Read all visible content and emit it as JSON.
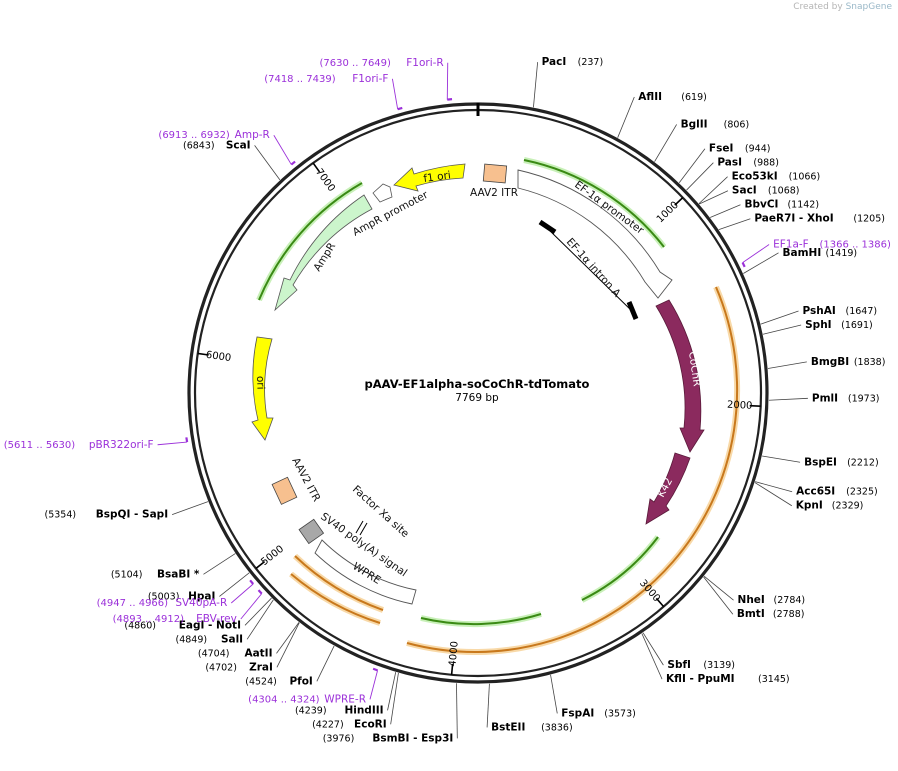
{
  "brand": {
    "prefix": "Created by",
    "name": "SnapGene"
  },
  "plasmid": {
    "name": "pAAV-EF1alpha-soCoChR-tdTomato",
    "length_label": "7769 bp",
    "length": 7769
  },
  "ticks": [
    {
      "pos": 1000,
      "label": "1000"
    },
    {
      "pos": 2000,
      "label": "2000"
    },
    {
      "pos": 3000,
      "label": "3000"
    },
    {
      "pos": 4000,
      "label": "4000"
    },
    {
      "pos": 5000,
      "label": "5000"
    },
    {
      "pos": 6000,
      "label": "6000"
    },
    {
      "pos": 7000,
      "label": "7000"
    }
  ],
  "enzymes": [
    {
      "name": "PacI",
      "pos": "(237)",
      "site": 237
    },
    {
      "name": "AflII",
      "pos": "(619)",
      "site": 619
    },
    {
      "name": "BglII",
      "pos": "(806)",
      "site": 806
    },
    {
      "name": "FseI",
      "pos": "(944)",
      "site": 944
    },
    {
      "name": "PasI",
      "pos": "(988)",
      "site": 988
    },
    {
      "name": "Eco53kI",
      "pos": "(1066)",
      "site": 1066
    },
    {
      "name": "SacI",
      "pos": "(1068)",
      "site": 1068
    },
    {
      "name": "BbvCI",
      "pos": "(1142)",
      "site": 1142
    },
    {
      "name": "PaeR7I - XhoI",
      "pos": "(1205)",
      "site": 1205
    },
    {
      "name": "BamHI",
      "pos": "(1419)",
      "site": 1419
    },
    {
      "name": "PshAI",
      "pos": "(1647)",
      "site": 1647
    },
    {
      "name": "SphI",
      "pos": "(1691)",
      "site": 1691
    },
    {
      "name": "BmgBI",
      "pos": "(1838)",
      "site": 1838
    },
    {
      "name": "PmlI",
      "pos": "(1973)",
      "site": 1973
    },
    {
      "name": "BspEI",
      "pos": "(2212)",
      "site": 2212
    },
    {
      "name": "Acc65I",
      "pos": "(2325)",
      "site": 2325
    },
    {
      "name": "KpnI",
      "pos": "(2329)",
      "site": 2329
    },
    {
      "name": "NheI",
      "pos": "(2784)",
      "site": 2784
    },
    {
      "name": "BmtI",
      "pos": "(2788)",
      "site": 2788
    },
    {
      "name": "SbfI",
      "pos": "(3139)",
      "site": 3139
    },
    {
      "name": "KflI - PpuMI",
      "pos": "(3145)",
      "site": 3145
    },
    {
      "name": "FspAI",
      "pos": "(3573)",
      "site": 3573
    },
    {
      "name": "BstEII",
      "pos": "(3836)",
      "site": 3836
    },
    {
      "name": "BsmBI - Esp3I",
      "pos": "(3976)",
      "site": 3976
    },
    {
      "name": "EcoRI",
      "pos": "(4227)",
      "site": 4227
    },
    {
      "name": "HindIII",
      "pos": "(4239)",
      "site": 4239
    },
    {
      "name": "PfoI",
      "pos": "(4524)",
      "site": 4524
    },
    {
      "name": "ZraI",
      "pos": "(4702)",
      "site": 4702
    },
    {
      "name": "AatII",
      "pos": "(4704)",
      "site": 4704
    },
    {
      "name": "SalI",
      "pos": "(4849)",
      "site": 4849
    },
    {
      "name": "EagI - NotI",
      "pos": "(4860)",
      "site": 4860
    },
    {
      "name": "HpaI",
      "pos": "(5003)",
      "site": 5003
    },
    {
      "name": "BsaBI *",
      "pos": "(5104)",
      "site": 5104
    },
    {
      "name": "BspQI - SapI",
      "pos": "(5354)",
      "site": 5354
    },
    {
      "name": "ScaI",
      "pos": "(6843)",
      "site": 6843
    }
  ],
  "primers": [
    {
      "name": "F1ori-R",
      "range": "(7630 .. 7649)",
      "site": 7640
    },
    {
      "name": "F1ori-F",
      "range": "(7418 .. 7439)",
      "site": 7428
    },
    {
      "name": "Amp-R",
      "range": "(6913 .. 6932)",
      "site": 6922
    },
    {
      "name": "EF1a-F",
      "range": "(1366 .. 1386)",
      "site": 1376
    },
    {
      "name": "pBR322ori-F",
      "range": "(5611 .. 5630)",
      "site": 5620
    },
    {
      "name": "SV40pA-R",
      "range": "(4947 .. 4966)",
      "site": 4956
    },
    {
      "name": "EBV-rev",
      "range": "(4893 .. 4912)",
      "site": 4902
    },
    {
      "name": "WPRE-R",
      "range": "(4304 .. 4324)",
      "site": 4314
    }
  ],
  "features": [
    {
      "name": "AAV2 ITR",
      "type": "repeat"
    },
    {
      "name": "EF-1α promoter",
      "type": "promoter"
    },
    {
      "name": "EF-1α intron A",
      "type": "intron"
    },
    {
      "name": "CoChR",
      "type": "cds"
    },
    {
      "name": "K42",
      "type": "cds"
    },
    {
      "name": "WPRE",
      "type": "misc"
    },
    {
      "name": "SV40 poly(A) signal",
      "type": "polyA"
    },
    {
      "name": "Factor Xa site",
      "type": "site"
    },
    {
      "name": "AAV2 ITR",
      "type": "repeat"
    },
    {
      "name": "ori",
      "type": "origin"
    },
    {
      "name": "AmpR",
      "type": "cds"
    },
    {
      "name": "AmpR promoter",
      "type": "promoter"
    },
    {
      "name": "f1 ori",
      "type": "origin"
    }
  ],
  "colors": {
    "backbone": "#222222",
    "cds": "#8b2a5e",
    "origin": "#ffff00",
    "ampr": "#ccf5cc",
    "promoter": "#ffffff",
    "itr": "#f7c08f",
    "polyA": "#a8a8a8",
    "primer": "#9b30d9",
    "green_arc": "#3a8a14",
    "orange_arc": "#c8781c"
  }
}
